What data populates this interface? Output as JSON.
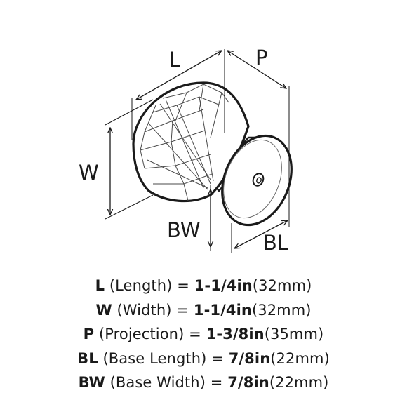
{
  "diagram": {
    "labels": {
      "length": "L",
      "projection": "P",
      "width": "W",
      "base_width": "BW",
      "base_length": "BL"
    }
  },
  "specs": [
    {
      "code": "L",
      "name": "(Length)",
      "equals": "=",
      "inches": "1-1/4in",
      "metric": "(32mm)"
    },
    {
      "code": "W",
      "name": "(Width)",
      "equals": "=",
      "inches": "1-1/4in",
      "metric": "(32mm)"
    },
    {
      "code": "P",
      "name": "(Projection)",
      "equals": "=",
      "inches": "1-3/8in",
      "metric": "(35mm)"
    },
    {
      "code": "BL",
      "name": "(Base Length)",
      "equals": "=",
      "inches": "7/8in",
      "metric": "(22mm)"
    },
    {
      "code": "BW",
      "name": "(Base Width)",
      "equals": "=",
      "inches": "7/8in",
      "metric": "(22mm)"
    }
  ]
}
